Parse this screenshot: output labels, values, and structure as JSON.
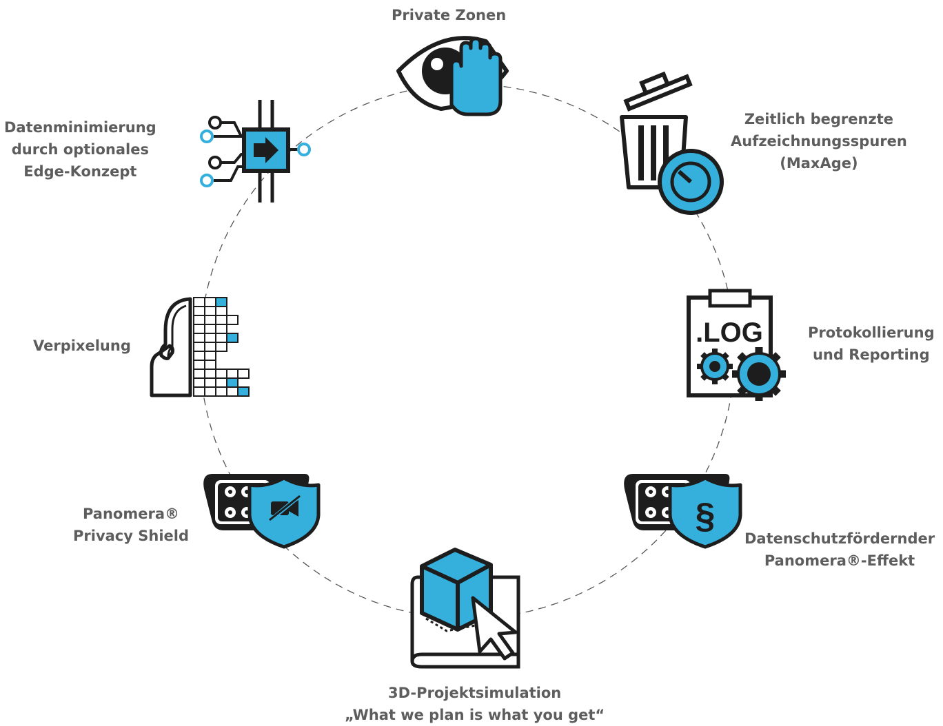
{
  "colors": {
    "accent": "#35b0dd",
    "ink": "#1d1d1d",
    "circle": "#555555",
    "text": "#5d5d5d"
  },
  "features": [
    {
      "id": "private-zones",
      "icon": "eye-hand-icon",
      "lines": [
        "Private Zonen"
      ]
    },
    {
      "id": "maxage",
      "icon": "trash-timer-icon",
      "lines": [
        "Zeitlich begrenzte",
        "Aufzeichnungsspuren",
        "(MaxAge)"
      ]
    },
    {
      "id": "logging",
      "icon": "log-gears-icon",
      "lines": [
        "Protokollierung",
        "und Reporting"
      ]
    },
    {
      "id": "privacy-effect",
      "icon": "camera-paragraph-shield-icon",
      "lines": [
        "Datenschutzfördernder",
        "Panomera®-Effekt"
      ]
    },
    {
      "id": "simulation",
      "icon": "cube-cursor-blueprint-icon",
      "lines": [
        "3D-Projektsimulation",
        "„What we plan is what you get“"
      ]
    },
    {
      "id": "privacy-shield",
      "icon": "camera-privacy-shield-icon",
      "lines": [
        "Panomera®",
        "Privacy Shield"
      ]
    },
    {
      "id": "pixelation",
      "icon": "pixelated-face-icon",
      "lines": [
        "Verpixelung"
      ]
    },
    {
      "id": "edge",
      "icon": "edge-chip-icon",
      "lines": [
        "Datenminimierung",
        "durch optionales",
        "Edge-Konzept"
      ]
    }
  ]
}
